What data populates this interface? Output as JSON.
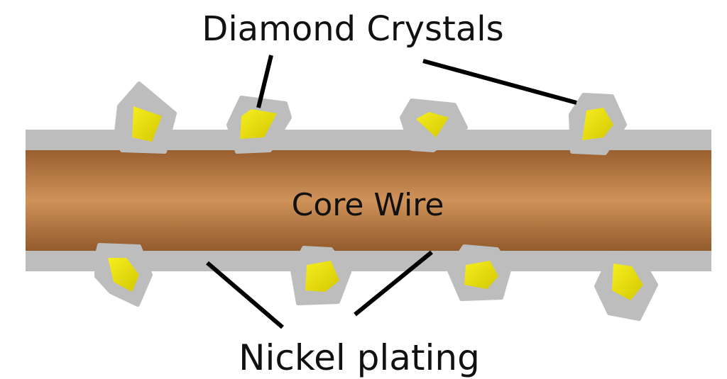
{
  "labels": {
    "top": "Diamond Crystals",
    "center": "Core Wire",
    "bottom": "Nickel plating"
  },
  "colors": {
    "background": "#ffffff",
    "nickel": "#bdbdbd",
    "diamond_fill": "#ede304",
    "diamond_shadow": "#b7ad00",
    "core_edge": "#9a5f2f",
    "core_mid": "#c98a52",
    "leader": "#000000",
    "text": "#111111"
  },
  "components": {
    "core": "core-wire",
    "coating": "nickel-plating",
    "abrasive": "diamond-crystals"
  }
}
